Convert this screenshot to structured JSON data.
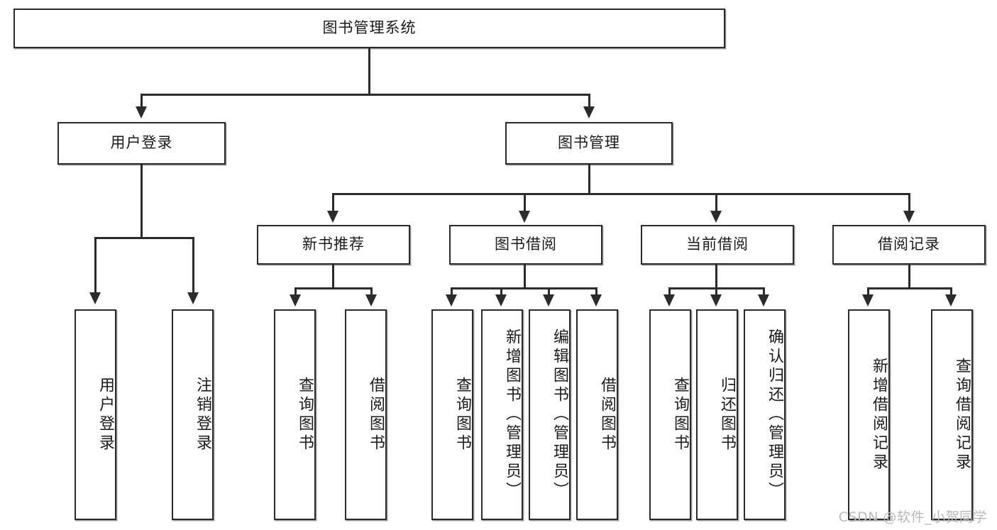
{
  "diagram": {
    "type": "tree-hierarchy-flowchart",
    "title": "图书管理系统",
    "root": {
      "id": "root",
      "label": "图书管理系统",
      "orientation": "horizontal"
    },
    "level2": [
      {
        "id": "user-login",
        "label": "用户登录",
        "orientation": "horizontal"
      },
      {
        "id": "book-management",
        "label": "图书管理",
        "orientation": "horizontal"
      }
    ],
    "level3": [
      {
        "id": "new-book-recommend",
        "label": "新书推荐",
        "orientation": "horizontal",
        "parent": "book-management"
      },
      {
        "id": "book-borrow",
        "label": "图书借阅",
        "orientation": "horizontal",
        "parent": "book-management"
      },
      {
        "id": "current-borrow",
        "label": "当前借阅",
        "orientation": "horizontal",
        "parent": "book-management"
      },
      {
        "id": "borrow-record",
        "label": "借阅记录",
        "orientation": "horizontal",
        "parent": "book-management"
      }
    ],
    "leaves": [
      {
        "id": "leaf-user-login",
        "label": "用户登录",
        "orientation": "vertical",
        "parent": "user-login"
      },
      {
        "id": "leaf-user-logout",
        "label": "注销登录",
        "orientation": "vertical",
        "parent": "user-login"
      },
      {
        "id": "leaf-query-book-1",
        "label": "查询图书",
        "orientation": "vertical",
        "parent": "new-book-recommend"
      },
      {
        "id": "leaf-borrow-book-1",
        "label": "借阅图书",
        "orientation": "vertical",
        "parent": "new-book-recommend"
      },
      {
        "id": "leaf-query-book-2",
        "label": "查询图书",
        "orientation": "vertical",
        "parent": "book-borrow"
      },
      {
        "id": "leaf-add-book",
        "label": "新增图书（管理员）",
        "orientation": "vertical",
        "parent": "book-borrow"
      },
      {
        "id": "leaf-edit-book",
        "label": "编辑图书（管理员）",
        "orientation": "vertical",
        "parent": "book-borrow"
      },
      {
        "id": "leaf-borrow-book-2",
        "label": "借阅图书",
        "orientation": "vertical",
        "parent": "book-borrow"
      },
      {
        "id": "leaf-query-book-3",
        "label": "查询图书",
        "orientation": "vertical",
        "parent": "current-borrow"
      },
      {
        "id": "leaf-return-book",
        "label": "归还图书",
        "orientation": "vertical",
        "parent": "current-borrow"
      },
      {
        "id": "leaf-confirm-return",
        "label": "确认归还（管理员）",
        "orientation": "vertical",
        "parent": "current-borrow"
      },
      {
        "id": "leaf-add-record",
        "label": "新增借阅记录",
        "orientation": "vertical",
        "parent": "borrow-record"
      },
      {
        "id": "leaf-query-record",
        "label": "查询借阅记录",
        "orientation": "vertical",
        "parent": "borrow-record"
      }
    ]
  },
  "watermark": {
    "text": "CSDN @软件_小贺同学"
  },
  "colors": {
    "box_border": "#2b2b2b",
    "box_fill": "#ffffff",
    "connector": "#2b2b2b",
    "text": "#1b1b1b",
    "watermark": "#b9b9b9",
    "background": "#ffffff"
  }
}
